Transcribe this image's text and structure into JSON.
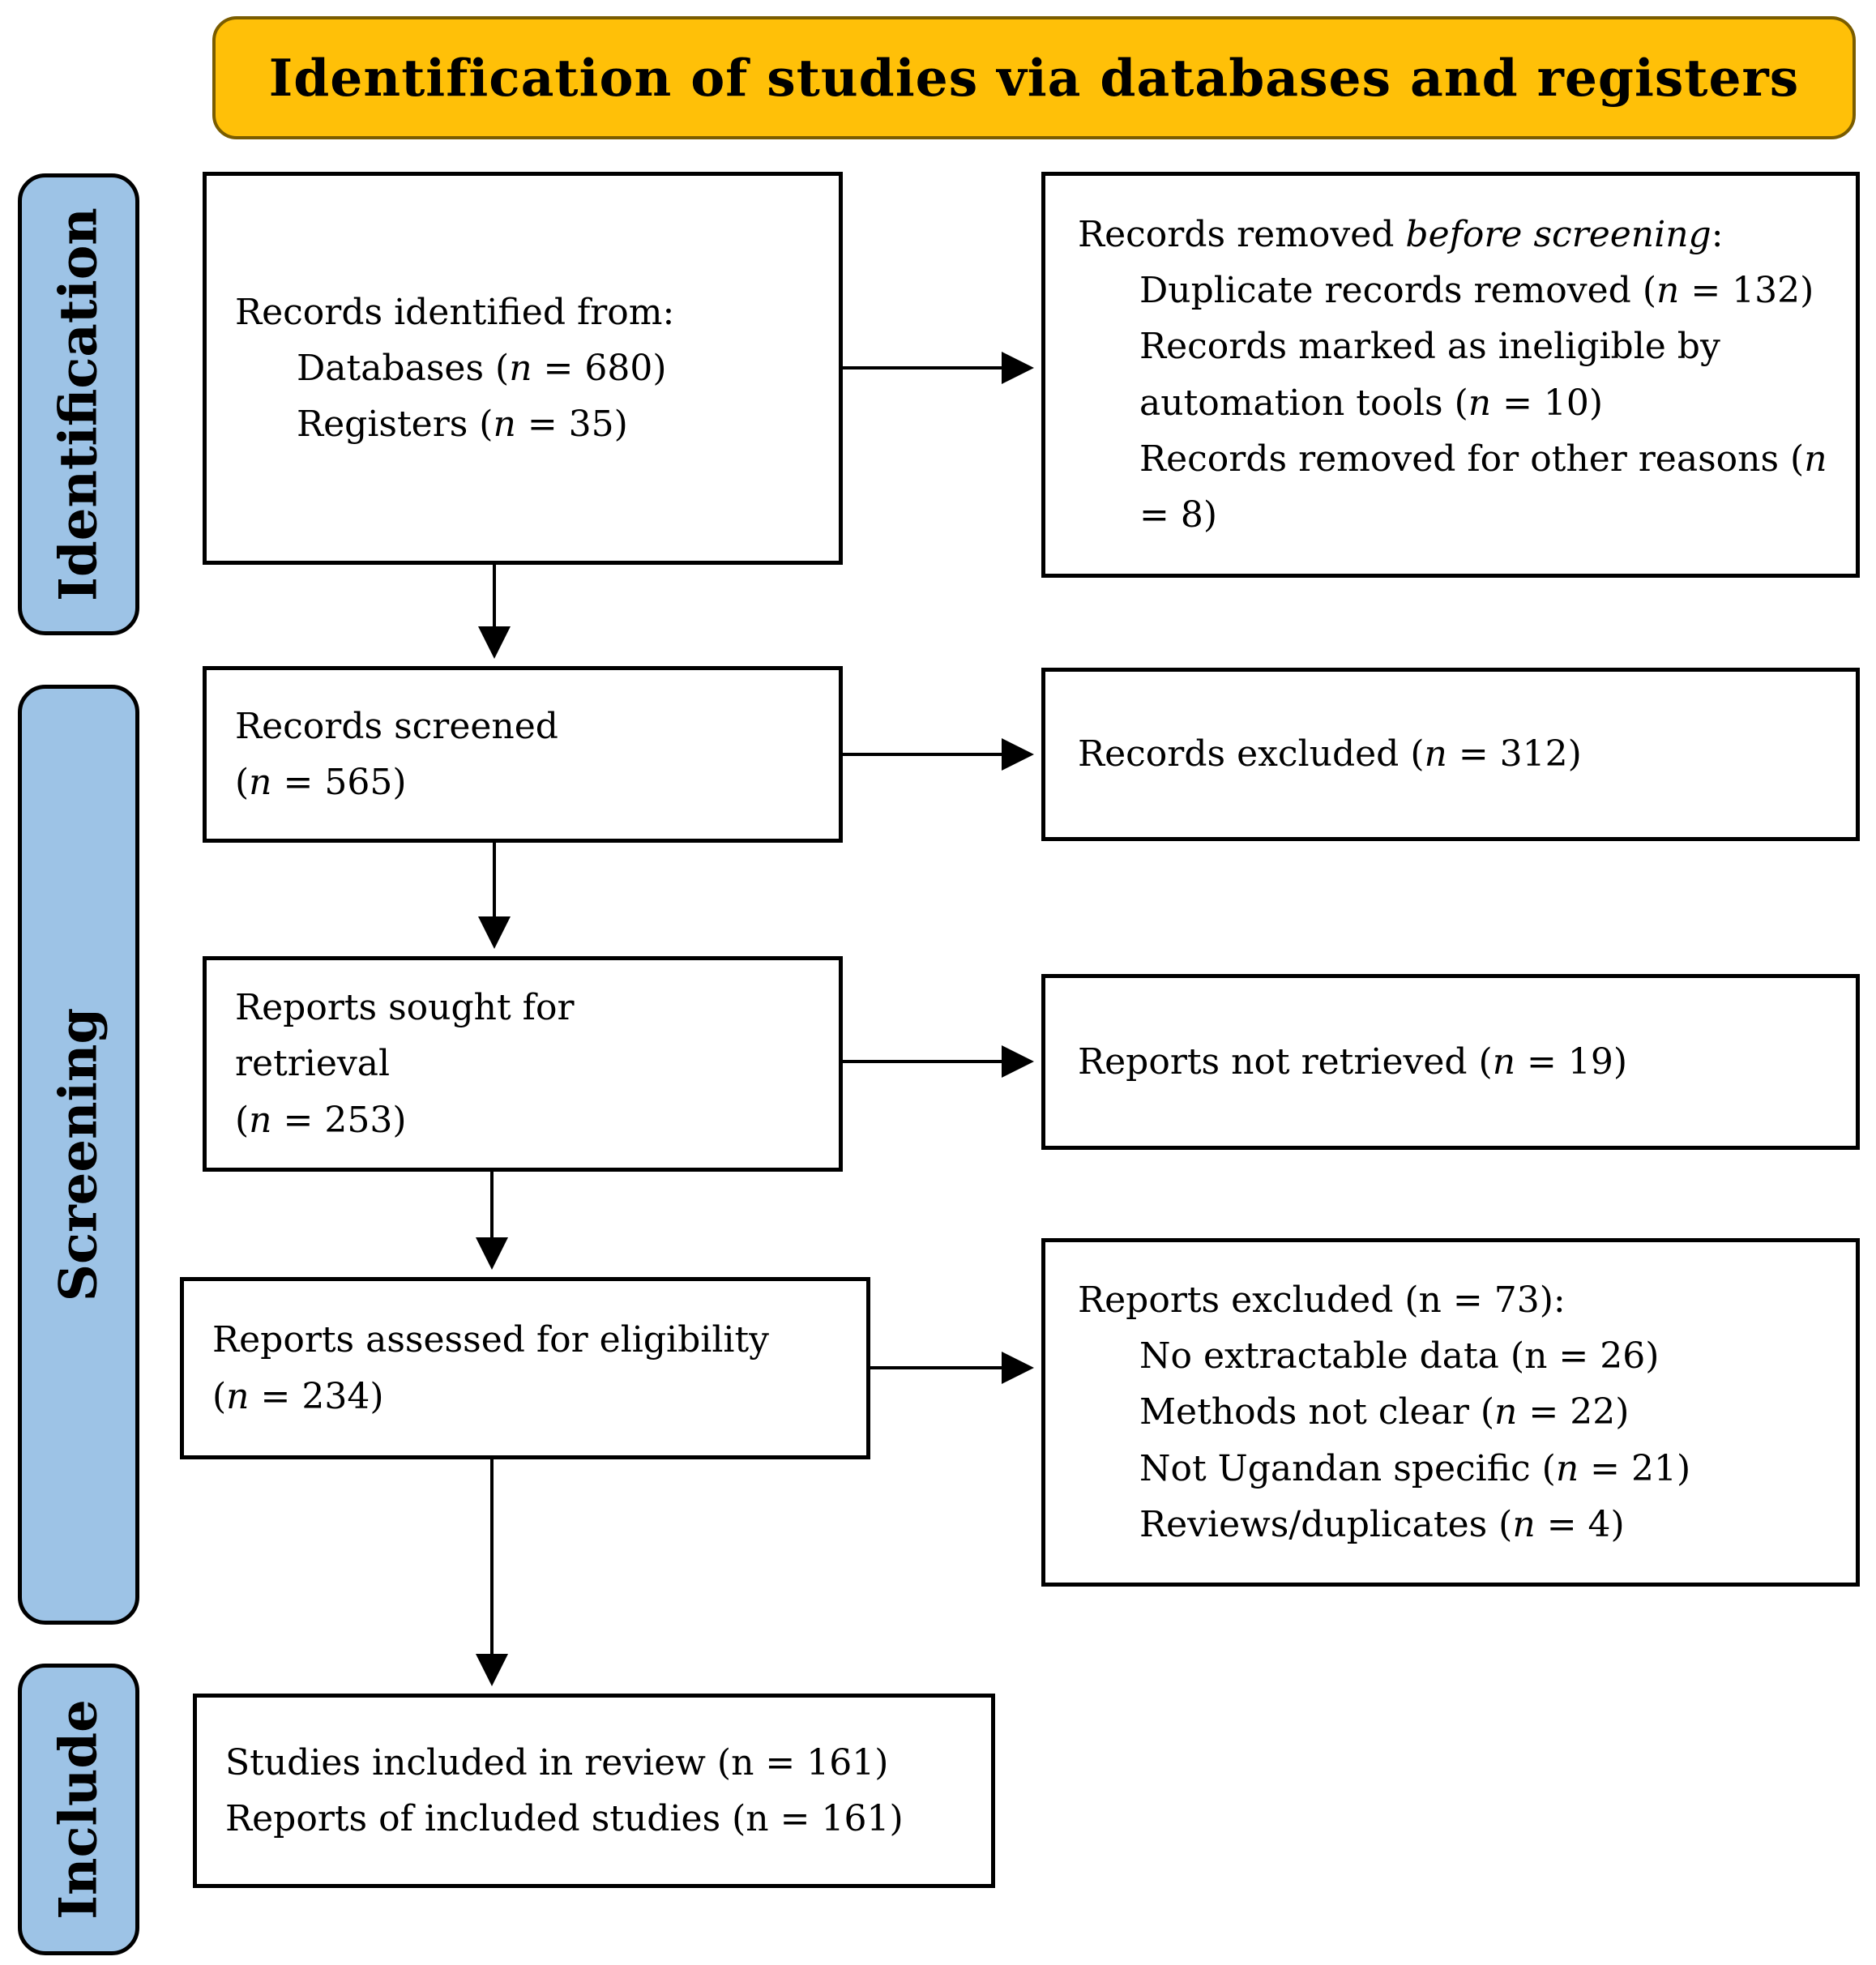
{
  "banner": {
    "title": "Identification of studies via databases and registers"
  },
  "sidebar": {
    "stages": [
      {
        "id": "identification",
        "label": "Identification"
      },
      {
        "id": "screening",
        "label": "Screening"
      },
      {
        "id": "include",
        "label": "Include"
      }
    ]
  },
  "flow": {
    "records_identified": {
      "lines": [
        {
          "text": "Records identified from:",
          "indent": false
        },
        {
          "text": "Databases (*n* = 680)",
          "indent": true
        },
        {
          "text": "Registers (*n* = 35)",
          "indent": true
        }
      ]
    },
    "records_removed": {
      "lines": [
        {
          "text": "Records removed *before screening*:",
          "indent": false
        },
        {
          "text": "Duplicate records removed (*n* = 132)",
          "indent": true
        },
        {
          "text": "Records marked as ineligible by automation tools (*n* = 10)",
          "indent": true
        },
        {
          "text": "Records removed for other reasons (*n* = 8)",
          "indent": true
        }
      ]
    },
    "records_screened": {
      "lines": [
        {
          "text": "Records screened",
          "indent": false
        },
        {
          "text": "(*n* = 565)",
          "indent": false
        }
      ]
    },
    "records_excluded": {
      "lines": [
        {
          "text": "Records excluded (*n* = 312)",
          "indent": false
        }
      ]
    },
    "reports_sought": {
      "lines": [
        {
          "text": "Reports sought for retrieval",
          "indent": false
        },
        {
          "text": "(*n* = 253)",
          "indent": false
        }
      ]
    },
    "reports_not_retrieved": {
      "lines": [
        {
          "text": "Reports not retrieved (*n* = 19)",
          "indent": false
        }
      ]
    },
    "reports_assessed": {
      "lines": [
        {
          "text": "Reports assessed for eligibility",
          "indent": false
        },
        {
          "text": "(*n* = 234)",
          "indent": false
        }
      ]
    },
    "reports_excluded": {
      "lines": [
        {
          "text": "Reports excluded (n = 73):",
          "indent": false
        },
        {
          "text": "No extractable data (n = 26)",
          "indent": true
        },
        {
          "text": "Methods not clear (*n* = 22)",
          "indent": true
        },
        {
          "text": "Not Ugandan specific (*n* = 21)",
          "indent": true
        },
        {
          "text": "Reviews/duplicates (*n* = 4)",
          "indent": true
        }
      ]
    },
    "studies_included": {
      "lines": [
        {
          "text": "Studies included in review (n = 161)",
          "indent": false
        },
        {
          "text": "Reports of included studies (n = 161)",
          "indent": false
        }
      ]
    }
  },
  "colors": {
    "page_bg": "#FFFFFF",
    "banner_bg": "#FFC008",
    "banner_border": "#7A5C00",
    "stage_bg": "#9DC3E6",
    "stage_border": "#000000",
    "box_bg": "#FFFFFF",
    "box_border": "#000000",
    "arrow": "#000000",
    "text": "#000000"
  }
}
